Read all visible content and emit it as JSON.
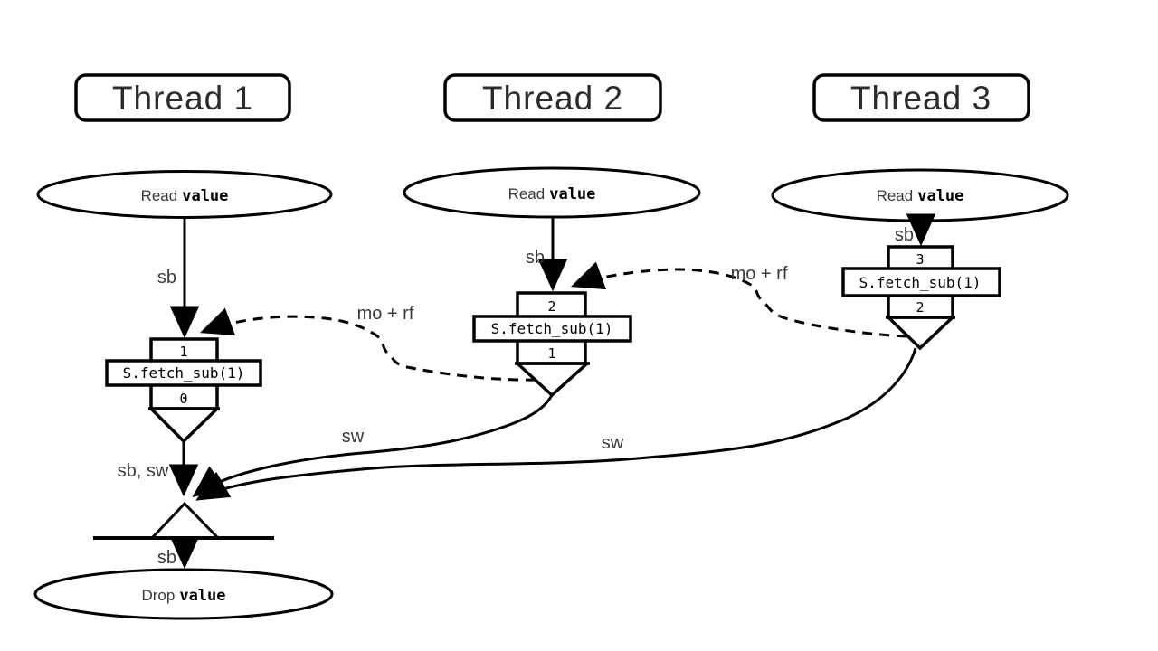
{
  "diagram": {
    "title_semantics": "atomic fetch_sub memory ordering diagram",
    "colors": {
      "stroke": "#000000",
      "label_text": "#3a3a3a",
      "code_text": "#000000",
      "background": "#ffffff"
    },
    "threads": [
      {
        "title": "Thread 1",
        "node_action": "Read",
        "node_object": "value",
        "sb_label": "sb",
        "op": {
          "value_in": "1",
          "code": "S.fetch_sub(1)",
          "value_out": "0"
        }
      },
      {
        "title": "Thread 2",
        "node_action": "Read",
        "node_object": "value",
        "sb_label": "sb",
        "op": {
          "value_in": "2",
          "code": "S.fetch_sub(1)",
          "value_out": "1"
        }
      },
      {
        "title": "Thread 3",
        "node_action": "Read",
        "node_object": "value",
        "sb_label": "sb",
        "op": {
          "value_in": "3",
          "code": "S.fetch_sub(1)",
          "value_out": "2"
        }
      }
    ],
    "edges": {
      "mo_rf_1": "mo + rf",
      "mo_rf_2": "mo + rf",
      "sw_1": "sw",
      "sw_2": "sw",
      "sb_sw": "sb, sw",
      "sb_bottom": "sb"
    },
    "sink": {
      "node_action": "Drop",
      "node_object": "value"
    }
  }
}
